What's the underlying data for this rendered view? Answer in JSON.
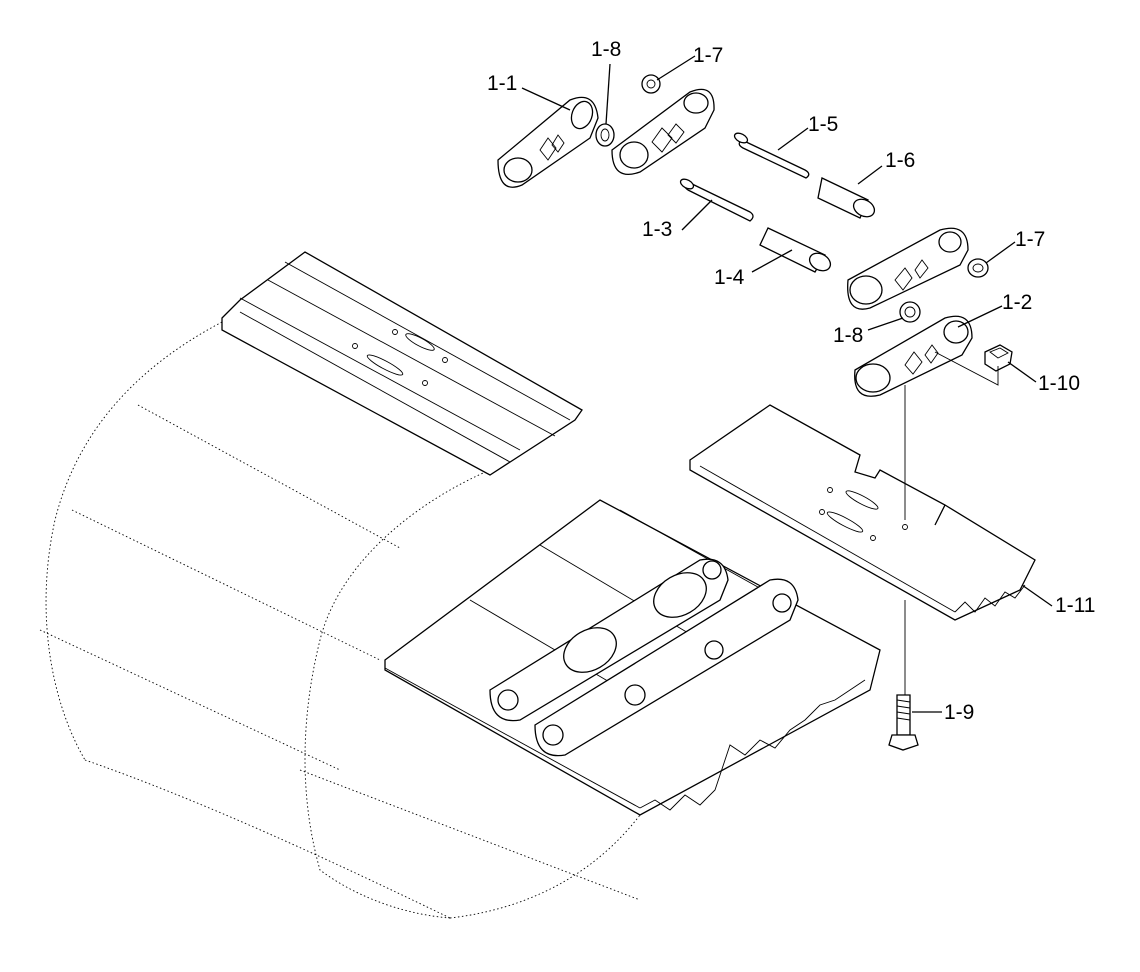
{
  "labels": {
    "p1_1": "1-1",
    "p1_2": "1-2",
    "p1_3": "1-3",
    "p1_4": "1-4",
    "p1_5": "1-5",
    "p1_6": "1-6",
    "p1_7a": "1-7",
    "p1_7b": "1-7",
    "p1_8a": "1-8",
    "p1_8b": "1-8",
    "p1_9": "1-9",
    "p1_10": "1-10",
    "p1_11": "1-11"
  }
}
